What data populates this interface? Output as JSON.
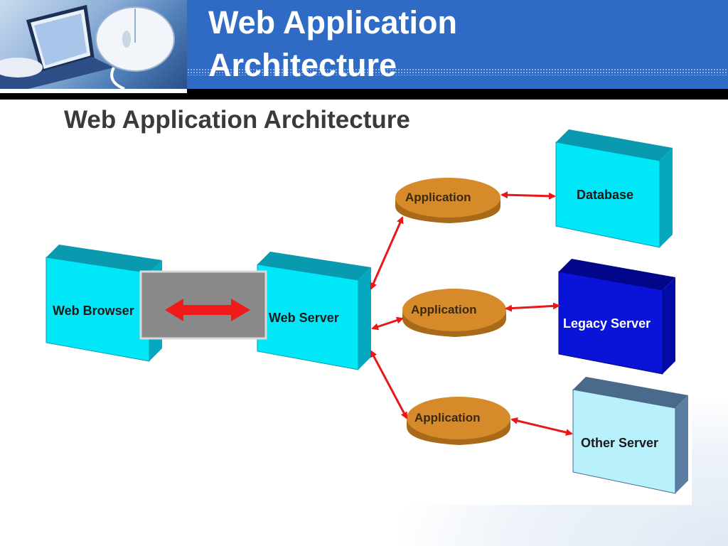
{
  "slide": {
    "title_line1": "Web Application",
    "title_line2": "Architecture"
  },
  "diagram": {
    "title": "Web Application Architecture",
    "web_browser": "Web Browser",
    "web_server": "Web Server",
    "applications": [
      "Application",
      "Application",
      "Application"
    ],
    "database": "Database",
    "legacy_server": "Legacy Server",
    "other_server": "Other Server"
  },
  "colors": {
    "header_blue": "#2f6bc4",
    "box_cyan": "#00e8f8",
    "box_dark_blue": "#0a14d8",
    "box_light_cyan": "#b8f0fc",
    "application_orange": "#d68a2a",
    "arrow_red": "#e81818",
    "connector_gray": "#888888"
  },
  "icons": [
    "laptop-photo",
    "computer-mouse-photo"
  ]
}
